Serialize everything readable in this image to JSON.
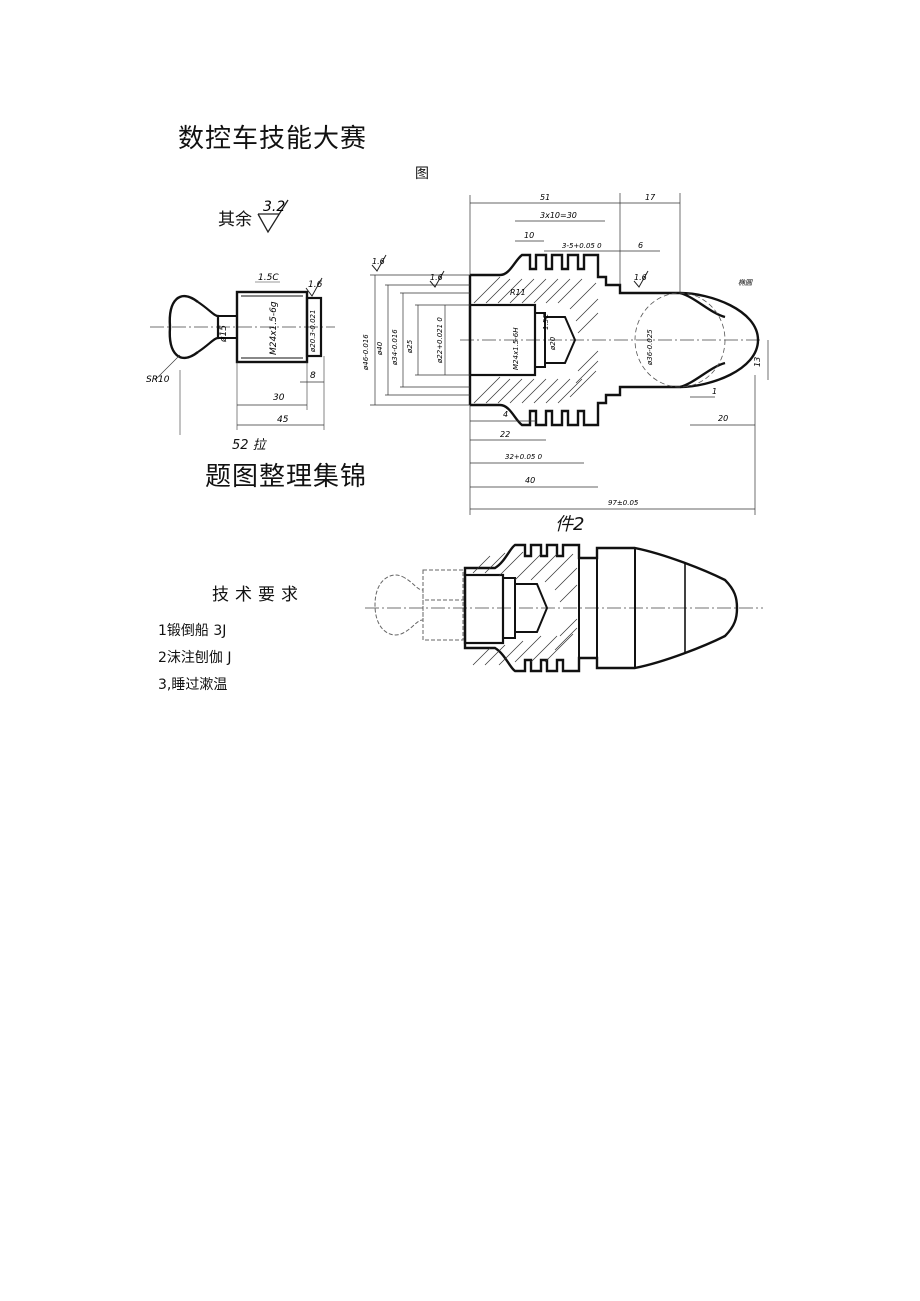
{
  "document": {
    "title": "数控车技能大赛",
    "figure_label": "图",
    "subtitle": "题图整理集锦",
    "part1_length_label": "52 拉",
    "part2_label": "件2"
  },
  "roughness": {
    "other_prefix": "其余",
    "other_value": "3.2",
    "small": "1.6"
  },
  "part1": {
    "dims": {
      "chamfer": "1.5C",
      "thread": "M24x1.5-6g",
      "dia15": "ø15",
      "dia20": "ø20.3-0.021",
      "sr": "SR10",
      "len30": "30",
      "len8": "8",
      "len45": "45"
    }
  },
  "part2": {
    "dims": {
      "d51": "51",
      "d17": "17",
      "d3x10": "3x10=30",
      "d10": "10",
      "d3_5": "3-5+0.05 0",
      "d6": "6",
      "r11": "R11",
      "d46": "ø46-0.016",
      "d40": "ø40",
      "d34": "ø34-0.016",
      "d25": "ø25",
      "d22": "ø22+0.021 0",
      "thread": "M24x1.5-6H",
      "d20": "ø20",
      "c15": "1.5C",
      "d36": "ø36-0.025",
      "d4": "4",
      "d22len": "22",
      "d32": "32+0.05 0",
      "d40len": "40",
      "d97": "97±0.05",
      "d1": "1",
      "d20len": "20",
      "d13": "13",
      "ellipse": "椭圆"
    }
  },
  "requirements": {
    "title": "技术要求",
    "items": [
      "1锻倒船 3J",
      "2沫注刨伽 J",
      "3,睡过漱温"
    ]
  }
}
